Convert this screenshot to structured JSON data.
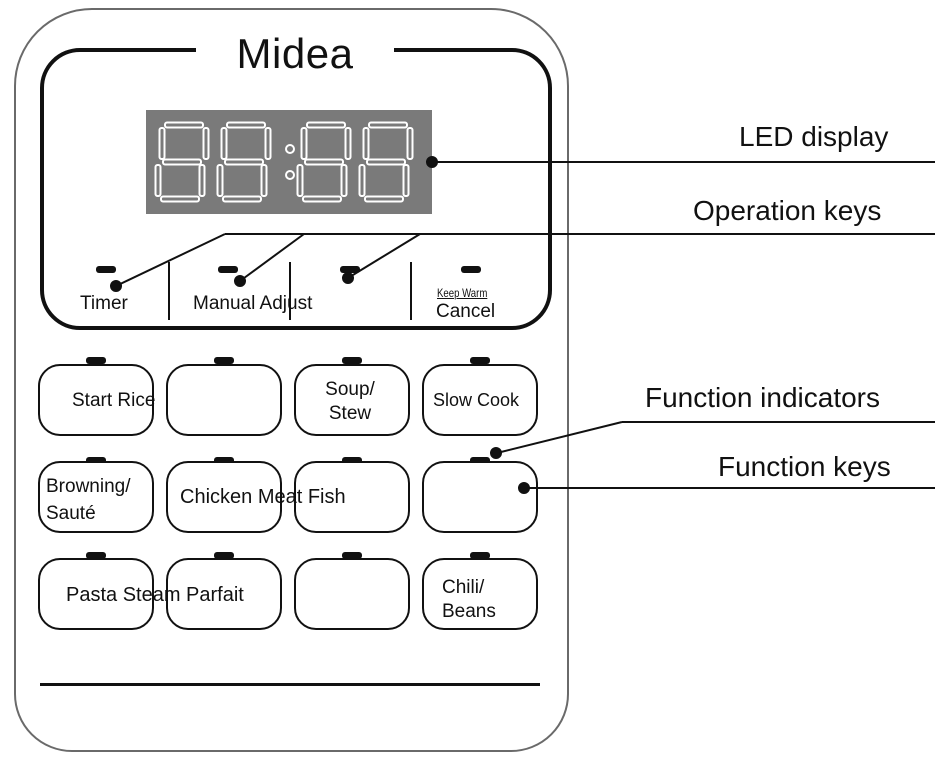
{
  "brand": "Midea",
  "display_text": "88:88",
  "operation_keys": {
    "timer": "Timer",
    "manual_adjust": "Manual Adjust",
    "keep_warm": "Keep Warm",
    "cancel": "Cancel"
  },
  "function_keys": {
    "start_rice": "Start Rice",
    "soup_line1": "Soup/",
    "soup_line2": "Stew",
    "slow_cook": "Slow Cook",
    "browning_line1": "Browning/",
    "browning_line2": "Sauté",
    "chicken_meat_fish": "Chicken Meat Fish",
    "pasta_steam_parfait": "Pasta Steam Parfait",
    "chili_line1": "Chili/",
    "chili_line2": "Beans"
  },
  "callouts": {
    "led_display": "LED display",
    "operation_keys": "Operation keys",
    "function_indicators": "Function indicators",
    "function_keys": "Function keys"
  }
}
